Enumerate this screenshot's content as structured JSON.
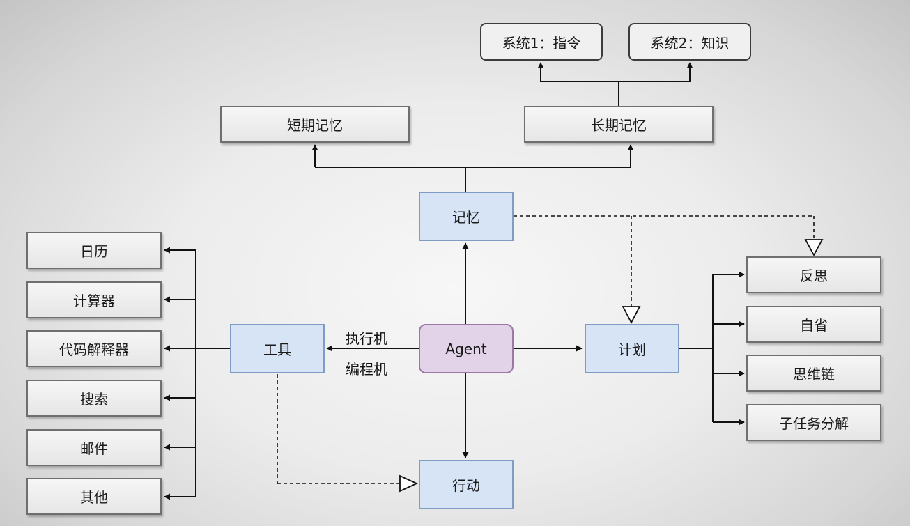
{
  "nodes": {
    "system1": "系统1：指令",
    "system2": "系统2：知识",
    "short_term_memory": "短期记忆",
    "long_term_memory": "长期记忆",
    "memory": "记忆",
    "agent": "Agent",
    "tools": "工具",
    "planning": "计划",
    "action": "行动",
    "tool_items": [
      "日历",
      "计算器",
      "代码解释器",
      "搜索",
      "邮件",
      "其他"
    ],
    "planning_items": [
      "反思",
      "自省",
      "思维链",
      "子任务分解"
    ]
  },
  "edge_labels": {
    "executor": "执行机",
    "programmer": "编程机"
  },
  "colors": {
    "line": "#111111",
    "gray_node": "#e8e8e8",
    "blue_node": "#d6e4f5",
    "agent_node": "#e3d3e8"
  }
}
